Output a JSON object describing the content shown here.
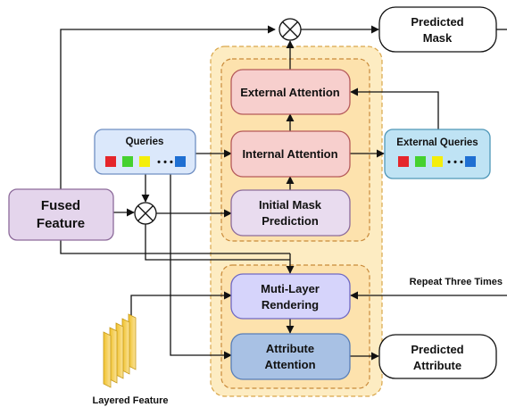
{
  "nodes": {
    "fused_feature": [
      "Fused",
      "Feature"
    ],
    "queries": "Queries",
    "external_attention": "External Attention",
    "internal_attention": "Internal Attention",
    "initial_mask_prediction": [
      "Initial Mask",
      "Prediction"
    ],
    "external_queries": "External Queries",
    "predicted_mask": [
      "Predicted",
      "Mask"
    ],
    "multi_layer_rendering": [
      "Muti-Layer",
      "Rendering"
    ],
    "attribute_attention": [
      "Attribute",
      "Attention"
    ],
    "predicted_attribute": [
      "Predicted",
      "Attribute"
    ],
    "layered_feature": "Layered Feature",
    "repeat_label": "Repeat Three Times",
    "query_dots": "• • •"
  },
  "colors": {
    "outer_panel": "#fdecc2",
    "panel_border": "#d9a64a",
    "inner_panel": "#fde2ad",
    "inner_border": "#c98a3a",
    "attention_fill": "#f7cfcd",
    "attention_border": "#b55a5a",
    "mask_pred_fill": "#e9dcef",
    "mask_pred_border": "#8d6b9b",
    "fused_fill": "#e4d5ec",
    "fused_border": "#8d6b9b",
    "queries_fill": "#dbe8fb",
    "queries_border": "#6f8fc2",
    "ext_queries_fill": "#bfe3f4",
    "ext_queries_border": "#4f97b8",
    "render_fill": "#d6d4fb",
    "render_border": "#6f69c4",
    "attr_att_fill": "#a8c1e4",
    "attr_att_border": "#587eb8",
    "output_fill": "#ffffff",
    "square_colors": [
      "#e5262b",
      "#45d12f",
      "#f4ee0a",
      "#1f6fd2"
    ],
    "layered_colors": [
      "#f2c93a",
      "#f7df7d"
    ]
  },
  "icons": {
    "multiply_op": "circled-times-icon",
    "layered_feature": "stacked-sheets-icon"
  }
}
